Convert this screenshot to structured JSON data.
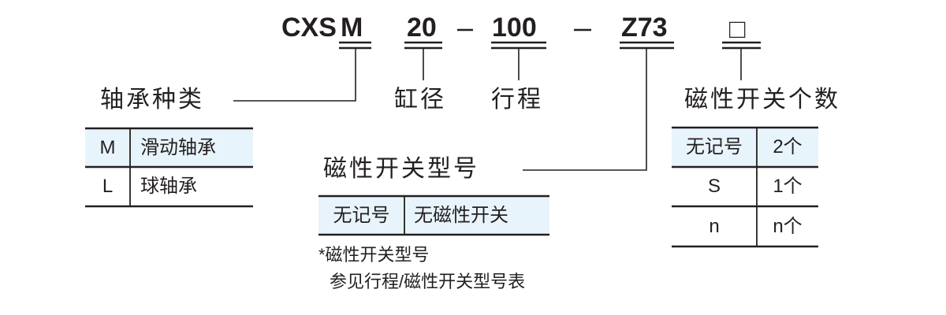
{
  "code": {
    "prefix": "CXS",
    "bearing": "M",
    "bore": "20",
    "sep1": "-",
    "stroke": "100",
    "sep2": "-",
    "switch": "Z73",
    "count": "□"
  },
  "labels": {
    "bearing_type": "轴承种类",
    "bore": "缸径",
    "stroke": "行程",
    "switch_model": "磁性开关型号",
    "switch_count": "磁性开关个数"
  },
  "bearing_table": [
    {
      "code": "M",
      "desc": "滑动轴承"
    },
    {
      "code": "L",
      "desc": "球轴承"
    }
  ],
  "switch_table": [
    {
      "code": "无记号",
      "desc": "无磁性开关"
    }
  ],
  "switch_notes": [
    "*磁性开关型号",
    "参见行程/磁性开关型号表"
  ],
  "count_table": [
    {
      "code": "无记号",
      "desc": "2个"
    },
    {
      "code": "S",
      "desc": "1个"
    },
    {
      "code": "n",
      "desc": "n个"
    }
  ],
  "colors": {
    "text": "#231f20",
    "highlight": "#e8f4fc"
  }
}
